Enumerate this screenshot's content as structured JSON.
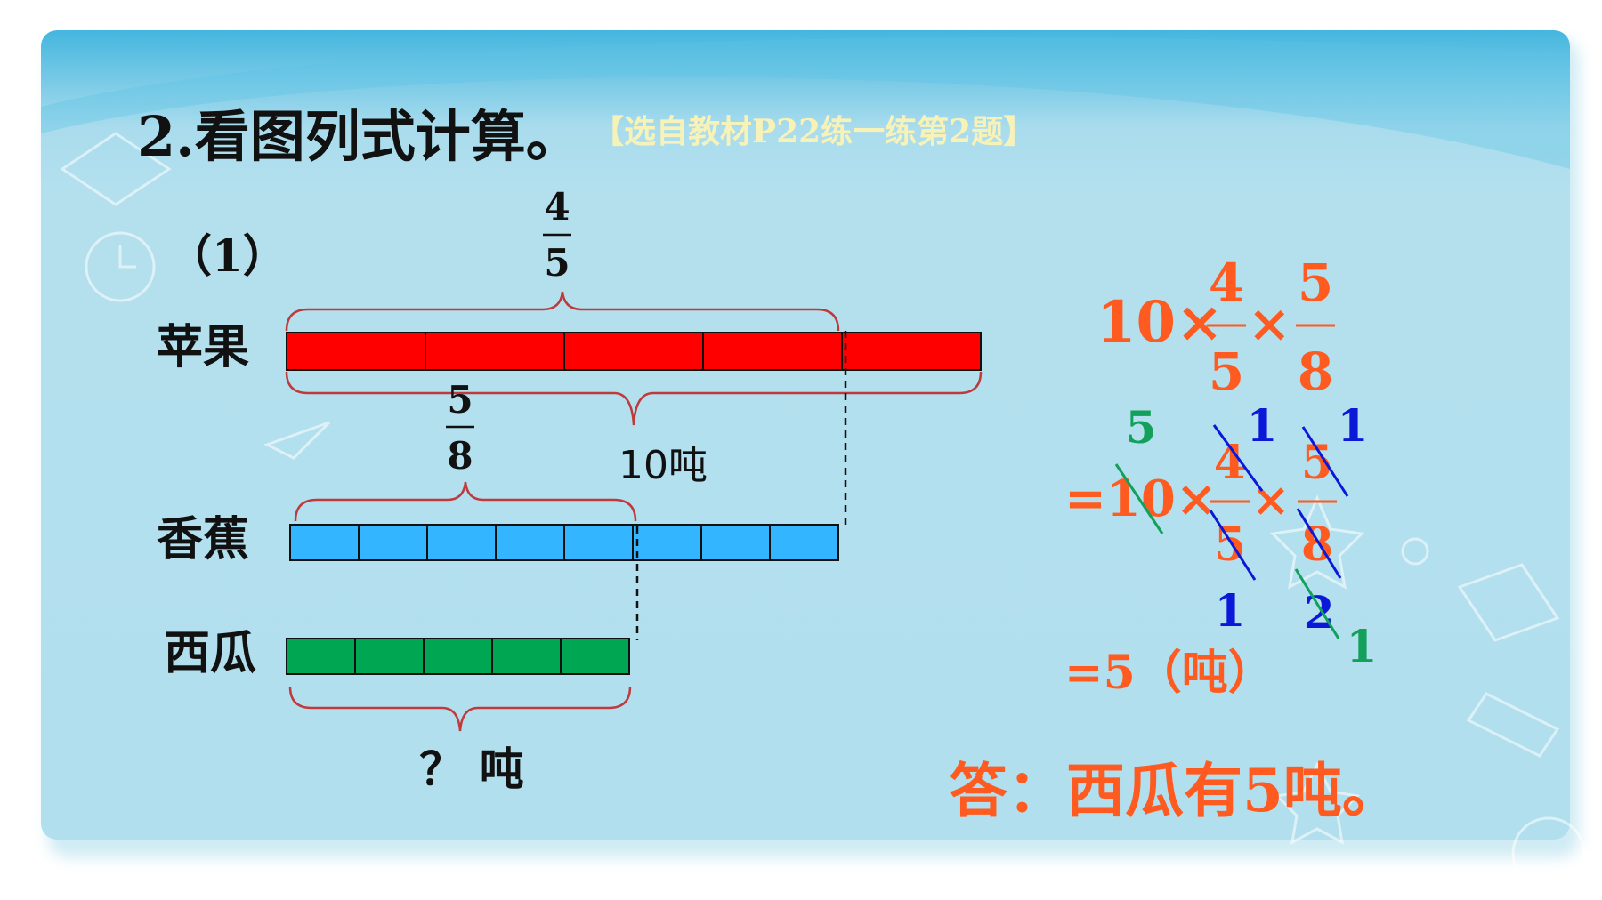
{
  "header": {
    "title": "2.看图列式计算。",
    "source_note": "【选自教材P22练一练第2题】"
  },
  "problem": {
    "label": "（1）",
    "bars": {
      "apple": {
        "label": "苹果",
        "segments": 5,
        "color": "#ff0000"
      },
      "banana": {
        "label": "香蕉",
        "segments": 8,
        "color": "#33b5ff"
      },
      "watermelon": {
        "label": "西瓜",
        "segments": 5,
        "color": "#00a651"
      }
    },
    "apple_fraction": {
      "numerator": "4",
      "denominator": "5"
    },
    "banana_fraction": {
      "numerator": "5",
      "denominator": "8"
    },
    "apple_total": "10吨",
    "question": "？ 吨"
  },
  "solution": {
    "line1": {
      "whole": "10×",
      "frac1_num": "4",
      "frac1_den": "5",
      "times": "×",
      "frac2_num": "5",
      "frac2_den": "8"
    },
    "line2": {
      "prefix": "=10×",
      "frac1_num": "4",
      "frac1_den": "5",
      "times": "×",
      "frac2_num": "5",
      "frac2_den": "8"
    },
    "cancel_marks": {
      "ten": "5",
      "four": "1",
      "five_top": "1",
      "five_bottom": "1",
      "eight": "2",
      "two": "1"
    },
    "line3": "=5（吨）",
    "answer": "答：西瓜有5吨。"
  },
  "colors": {
    "solution": "#ff5a1f",
    "cancel_blue": "#0b18d8",
    "cancel_green": "#13a05a",
    "bracket": "#c0393b"
  }
}
